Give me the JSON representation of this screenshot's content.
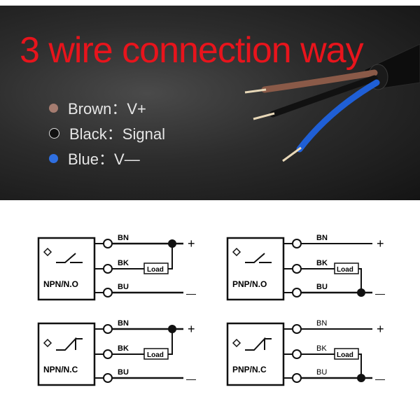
{
  "header": {
    "title": "3 wire connection way",
    "title_color": "#e8141c"
  },
  "legend": [
    {
      "color": "#a57c70",
      "text": "Brown：V+"
    },
    {
      "color": "#111111",
      "text": "Black：Signal"
    },
    {
      "color": "#2f6fe0",
      "text": "Blue：V—"
    }
  ],
  "wire_colors": {
    "brown": "#8a5a48",
    "black": "#111111",
    "blue": "#1f5fd6",
    "copper": "#e8d8b8"
  },
  "diagrams": [
    {
      "type_label": "NPN/N.O",
      "bn": "BN",
      "bk": "BK",
      "bu": "BU",
      "load": "Load",
      "plus": "+",
      "minus": "—"
    },
    {
      "type_label": "PNP/N.O",
      "bn": "BN",
      "bk": "BK",
      "bu": "BU",
      "load": "Load",
      "plus": "+",
      "minus": "—"
    },
    {
      "type_label": "NPN/N.C",
      "bn": "BN",
      "bk": "BK",
      "bu": "BU",
      "load": "Load",
      "plus": "+",
      "minus": "—"
    },
    {
      "type_label": "PNP/N.C",
      "bn": "BN",
      "bk": "BK",
      "bu": "BU",
      "load": "Load",
      "plus": "+",
      "minus": "—"
    }
  ]
}
